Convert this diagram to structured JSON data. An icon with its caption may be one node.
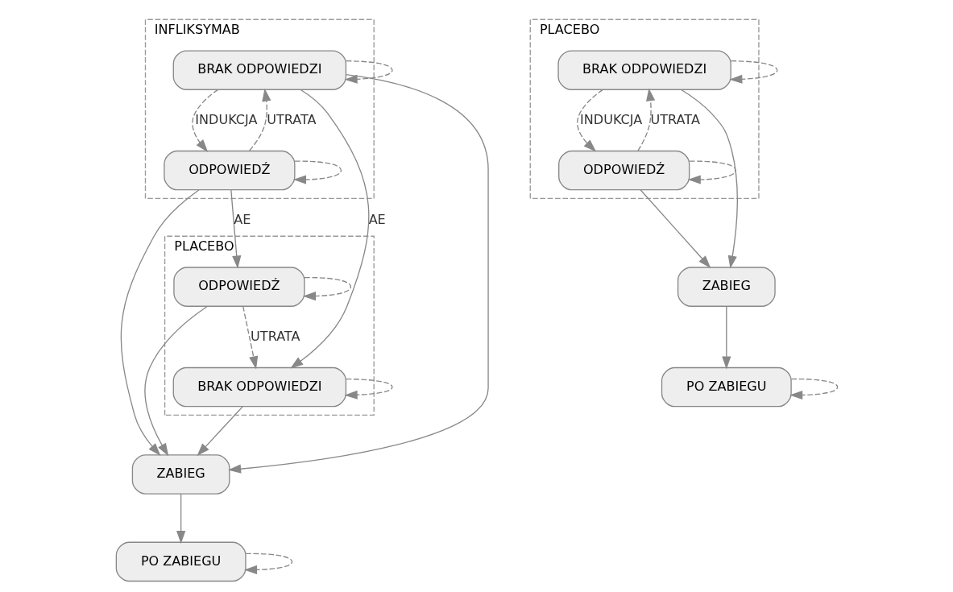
{
  "diagram": {
    "nodes": [
      {
        "text": [
          "INFLIKSYMAB"
        ]
      },
      {
        "text": [
          "BRAK ODPOWIEDZI"
        ],
        "in": 0
      },
      {
        "text": [
          "ODPOWIEDŹ"
        ],
        "in": 0
      },
      {
        "text": [
          "PLACEBO"
        ]
      },
      {
        "text": [
          "BRAK ODPOWIEDZI"
        ],
        "in": 3
      },
      {
        "text": [
          "ODPOWIEDŹ"
        ],
        "in": 3
      },
      {
        "text": [
          "ZABIEG"
        ]
      },
      {
        "text": [
          "PO ZABIEGU"
        ]
      },
      {
        "text": [
          "PLACEBO"
        ]
      },
      {
        "text": [
          "BRAK ODPOWIEDZI"
        ],
        "in": 8
      },
      {
        "text": [
          "ODPOWIEDŹ"
        ],
        "in": 8
      },
      {
        "text": [
          "ZABIEG"
        ]
      },
      {
        "text": [
          "PO ZABIEGU"
        ]
      }
    ],
    "edges": [
      {
        "from": 1,
        "to": 1,
        "arrow": "to",
        "style": "dashed"
      },
      {
        "from": 1,
        "to": 2,
        "arrow": "to",
        "label": "INDUKCJA",
        "style": "dashed"
      },
      {
        "from": 2,
        "to": 1,
        "arrow": "to",
        "label": "UTRATA",
        "style": "dashed"
      },
      {
        "from": 2,
        "to": 2,
        "arrow": "to",
        "style": "dashed"
      },
      {
        "from": 1,
        "to": 4,
        "arrow": "to",
        "label": "AE"
      },
      {
        "from": 2,
        "to": 5,
        "arrow": "to",
        "label": "AE"
      },
      {
        "from": 4,
        "to": 4,
        "arrow": "to",
        "style": "dashed"
      },
      {
        "from": 5,
        "to": 4,
        "arrow": "to",
        "label": "UTRATA",
        "style": "dashed"
      },
      {
        "from": 5,
        "to": 5,
        "arrow": "to",
        "style": "dashed"
      },
      {
        "from": 1,
        "to": 6,
        "arrow": "to"
      },
      {
        "from": 2,
        "to": 6,
        "arrow": "to"
      },
      {
        "from": 5,
        "to": 6,
        "arrow": "to"
      },
      {
        "from": 4,
        "to": 6,
        "arrow": "to"
      },
      {
        "from": 6,
        "to": 7,
        "arrow": "to"
      },
      {
        "from": 7,
        "to": 7,
        "arrow": "to",
        "style": "dashed"
      },
      {
        "from": 9,
        "to": 9,
        "arrow": "to",
        "style": "dashed"
      },
      {
        "from": 9,
        "to": 10,
        "arrow": "to",
        "label": "INDUKCJA",
        "style": "dashed"
      },
      {
        "from": 10,
        "to": 9,
        "arrow": "to",
        "label": "UTRATA",
        "style": "dashed"
      },
      {
        "from": 10,
        "to": 10,
        "arrow": "to",
        "style": "dashed"
      },
      {
        "from": 9,
        "to": 11,
        "arrow": "to"
      },
      {
        "from": 10,
        "to": 11,
        "arrow": "to"
      },
      {
        "from": 11,
        "to": 12,
        "arrow": "to"
      },
      {
        "from": 12,
        "to": 12,
        "arrow": "to",
        "style": "dashed"
      }
    ]
  }
}
